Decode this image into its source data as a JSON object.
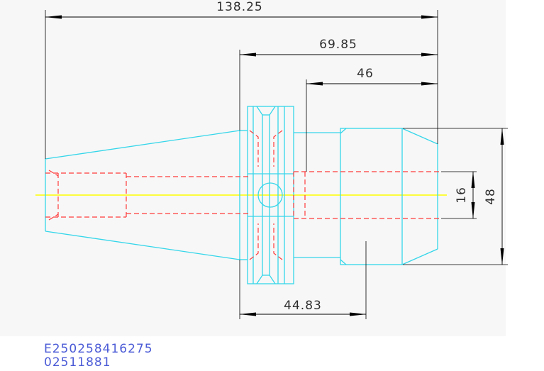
{
  "colors": {
    "background": "#ffffff",
    "panel": "#f7f7f7",
    "outline": "#35d6ea",
    "hidden_line": "#ff3b3b",
    "center_line": "#ffff00",
    "dimension": "#000000",
    "code_text": "#4b5bd6"
  },
  "dimensions": {
    "overall_length": "138.25",
    "holder_length": "69.85",
    "nose_length": "46",
    "flange_to_nose": "44.83",
    "bore_diameter": "16",
    "outer_diameter": "48"
  },
  "codes": {
    "part_number": "E250258416275",
    "order_number": "02511881"
  }
}
